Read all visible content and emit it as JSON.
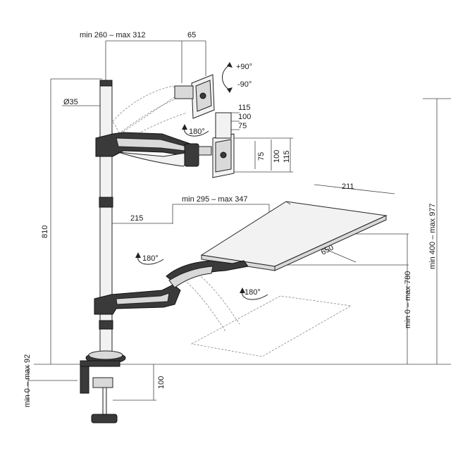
{
  "dimensions": {
    "top_width": "min 260 – max 312",
    "top_offset": "65",
    "rotate_up": "+90°",
    "rotate_down": "-90°",
    "pole_diameter": "Ø35",
    "vesa_115": "115",
    "vesa_100": "100",
    "vesa_75": "75",
    "side_75": "75",
    "side_100": "100",
    "side_115": "115",
    "swivel_top": "180°",
    "tray_depth": "211",
    "keyboard_width": "min 295 – max 347",
    "keyboard_offset": "215",
    "tray_width": "650",
    "swivel_mid": "180°",
    "swivel_tray": "180°",
    "pole_height": "810",
    "keyboard_height": "min 0 – max 780",
    "monitor_height": "min 400 – max 977",
    "clamp_range": "min 0 – max 92",
    "clamp_depth": "100"
  }
}
